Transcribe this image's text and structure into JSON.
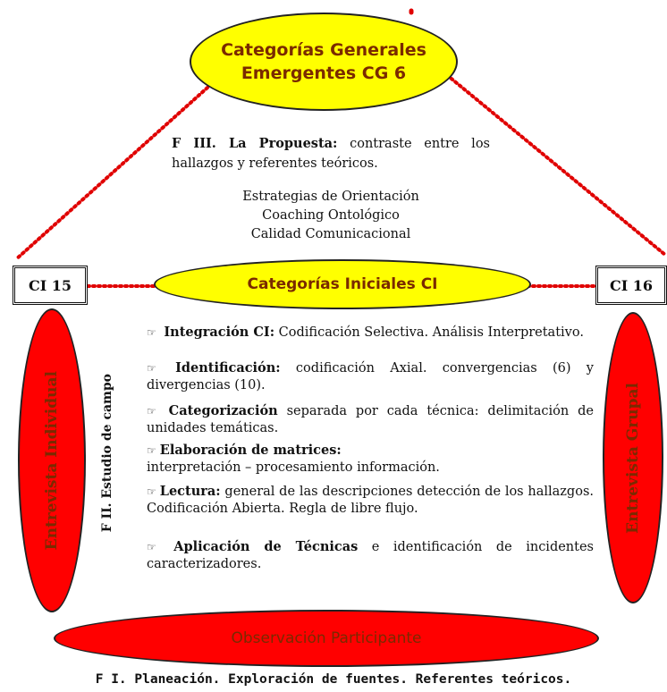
{
  "top_ellipse": {
    "line1": "Categorías Generales",
    "line2": "Emergentes CG 6"
  },
  "phase3": {
    "title": "F III. La Propuesta:",
    "text": " contraste entre los hallazgos y referentes teóricos."
  },
  "strategies": [
    "Estrategias de Orientación",
    "Coaching Ontológico",
    "Calidad Comunicacional"
  ],
  "ci_left": "CI 15",
  "ci_right": "CI 16",
  "ci_ellipse": "Categorías Iniciales  CI",
  "left_ellipse": "Entrevista Individual",
  "right_ellipse": "Entrevista Grupal",
  "phase2_label": "F II. Estudio de campo",
  "items": [
    {
      "bold": "Integración CI:",
      "text": " Codificación Selectiva. Análisis Interpretativo."
    },
    {
      "bold": "Identificación:",
      "text": " codificación Axial. convergencias (6) y divergencias (10)."
    },
    {
      "bold": "Categorización",
      "text": " separada por cada técnica: delimitación de unidades temáticas."
    },
    {
      "bold": "Elaboración de matrices:",
      "text": " interpretación – procesamiento información."
    },
    {
      "bold": "Lectura:",
      "text": " general de las descripciones detección de los hallazgos. Codificación  Abierta. Regla de libre flujo."
    },
    {
      "bold": "Aplicación de Técnicas",
      "text": " e identificación de incidentes caracterizadores."
    }
  ],
  "bottom_ellipse": "Observación Participante",
  "phase1": "F I. Planeación. Exploración de fuentes. Referentes teóricos.",
  "icons": {
    "bullet": "pointing-hand-icon"
  },
  "colors": {
    "yellow": "#ffff00",
    "red": "#ff0000",
    "dotted_line": "#e00000",
    "label_text": "#7a2a00"
  }
}
